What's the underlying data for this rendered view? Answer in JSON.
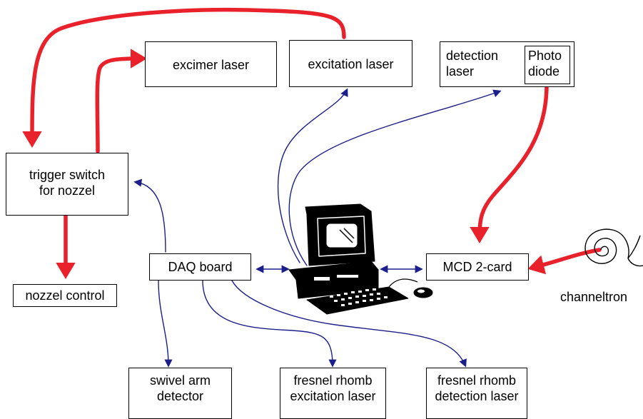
{
  "nodes": {
    "excimer_laser": {
      "lines": [
        "excimer laser"
      ]
    },
    "excitation_laser": {
      "lines": [
        "excitation laser"
      ]
    },
    "detection_laser": {
      "lines": [
        "detection",
        "laser"
      ]
    },
    "photo_diode": {
      "lines": [
        "Photo",
        "diode"
      ]
    },
    "trigger_switch": {
      "lines": [
        "trigger switch",
        "for nozzel"
      ]
    },
    "nozzel_control": {
      "lines": [
        "nozzel control"
      ]
    },
    "daq_board": {
      "lines": [
        "DAQ board"
      ]
    },
    "mcd_card": {
      "lines": [
        "MCD 2-card"
      ]
    },
    "channeltron": {
      "lines": [
        "channeltron"
      ]
    },
    "swivel_arm": {
      "lines": [
        "swivel arm",
        "detector"
      ]
    },
    "fresnel_excitation": {
      "lines": [
        "fresnel rhomb",
        "excitation laser"
      ]
    },
    "fresnel_detection": {
      "lines": [
        "fresnel rhomb",
        "detection laser"
      ]
    }
  },
  "colors": {
    "trigger_signal": "#e8212b",
    "control_signal": "#1b1f8a",
    "box_border": "#000000"
  }
}
